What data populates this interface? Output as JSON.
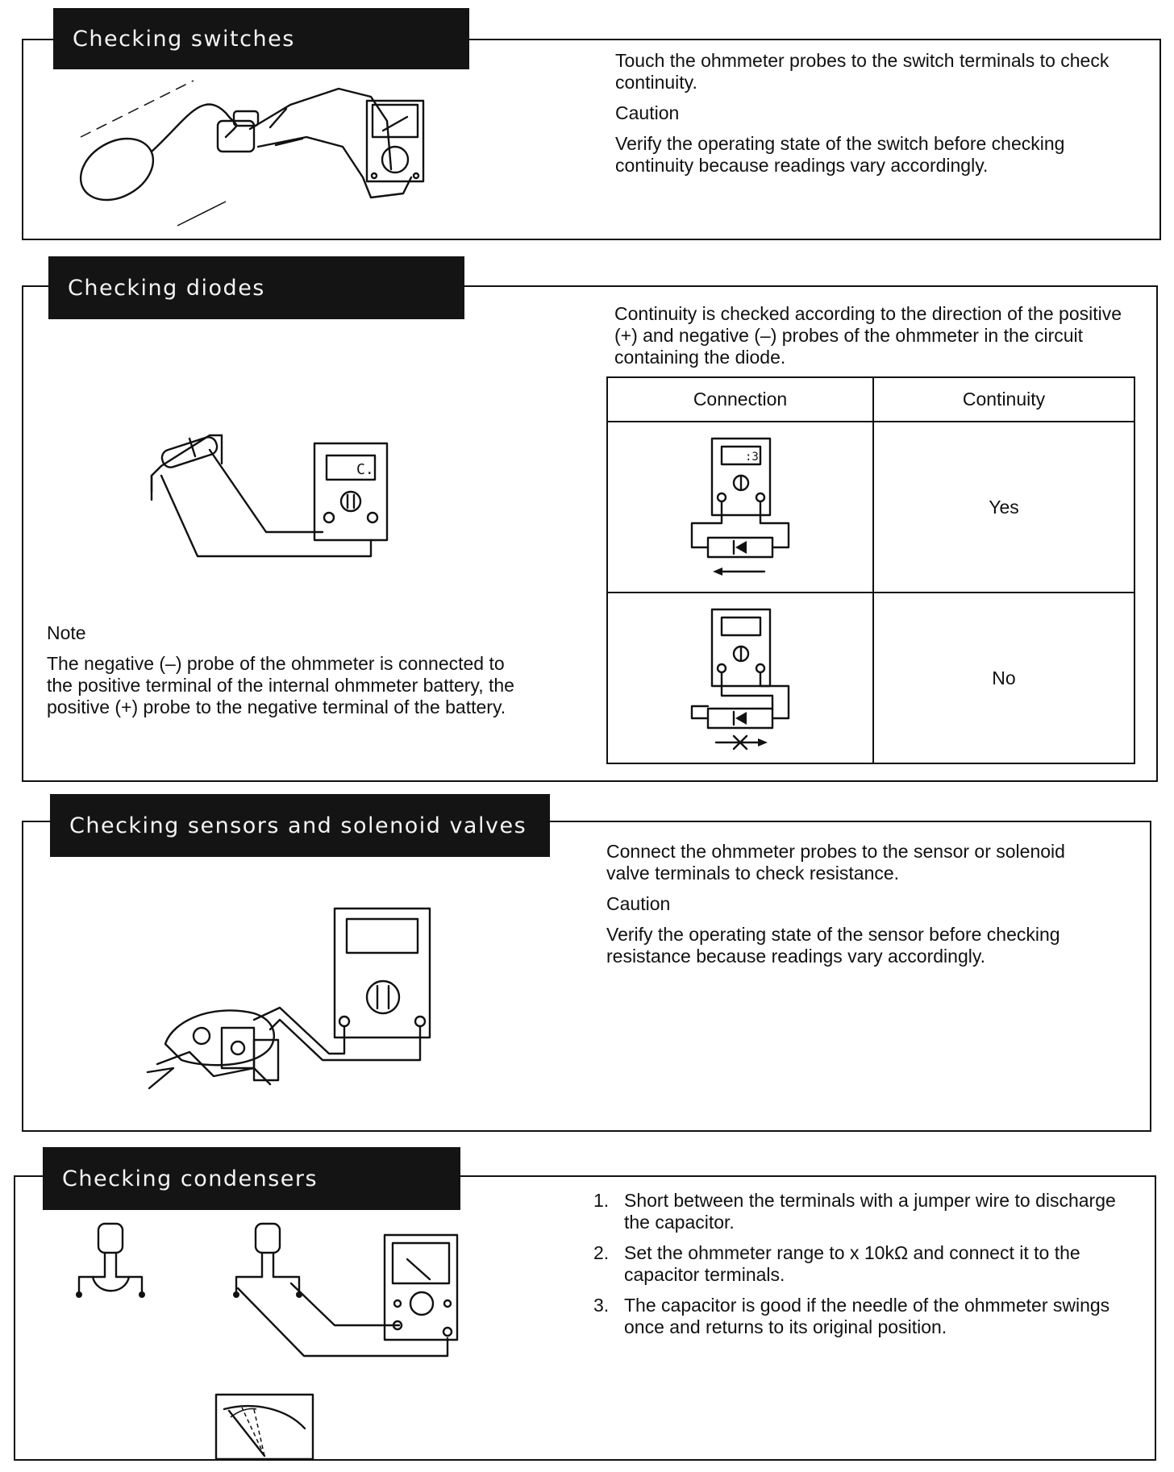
{
  "switches": {
    "title": "Checking switches",
    "paragraphs": [
      "Touch the ohmmeter probes to the switch terminals to check continuity.",
      "Caution",
      "Verify the operating state of the switch before checking continuity because readings vary accordingly."
    ]
  },
  "diodes": {
    "title": "Checking diodes",
    "intro": "Continuity is checked according to the direction of the positive (+) and negative (–) probes of the ohmmeter in the circuit containing the diode.",
    "note_label": "Note",
    "note_text": "The negative (–) probe of the ohmmeter is connected to the positive terminal of the internal ohmmeter battery, the positive (+) probe to the negative terminal of the battery.",
    "table": {
      "headers": [
        "Connection",
        "Continuity"
      ],
      "rows": [
        {
          "continuity": "Yes"
        },
        {
          "continuity": "No"
        }
      ]
    }
  },
  "sensors": {
    "title": "Checking sensors and solenoid valves",
    "paragraphs": [
      "Connect the ohmmeter probes to the sensor or solenoid valve terminals to check resistance.",
      "Caution",
      "Verify the operating state of the sensor before checking resistance because readings vary accordingly."
    ]
  },
  "condensers": {
    "title": "Checking condensers",
    "steps": [
      {
        "num": "1.",
        "text": "Short between the terminals with a jumper wire to discharge the capacitor."
      },
      {
        "num": "2.",
        "text": "Set the ohmmeter range to x 10kΩ and connect it to the capacitor terminals."
      },
      {
        "num": "3.",
        "text": "The capacitor is good if the needle of the ohmmeter swings once and returns to its original position."
      }
    ]
  }
}
